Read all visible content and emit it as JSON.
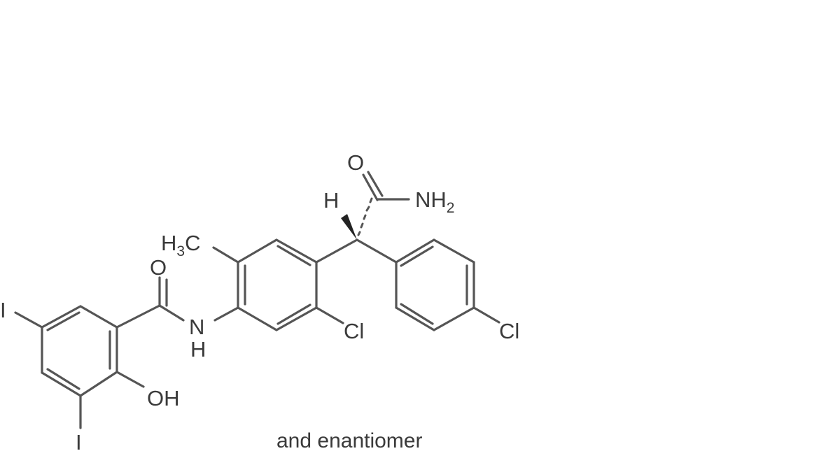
{
  "diagram": {
    "type": "chemical-structure",
    "colors": {
      "background": "#ffffff",
      "bond": "#555555",
      "text": "#3a3a3a"
    },
    "atoms": {
      "iodo_left": "I",
      "iodo_bottom": "I",
      "hydroxyl": "OH",
      "carbonyl_O_amide": "O",
      "amide_N": "N",
      "amide_H": "H",
      "methyl_H": "H",
      "methyl_sub": "3",
      "methyl_C": "C",
      "chloro_ring2": "Cl",
      "chloro_ring3": "Cl",
      "stereo_H": "H",
      "carbamoyl_O": "O",
      "carbamoyl_NH": "NH",
      "carbamoyl_sub": "2"
    },
    "caption": "and enantiomer"
  }
}
